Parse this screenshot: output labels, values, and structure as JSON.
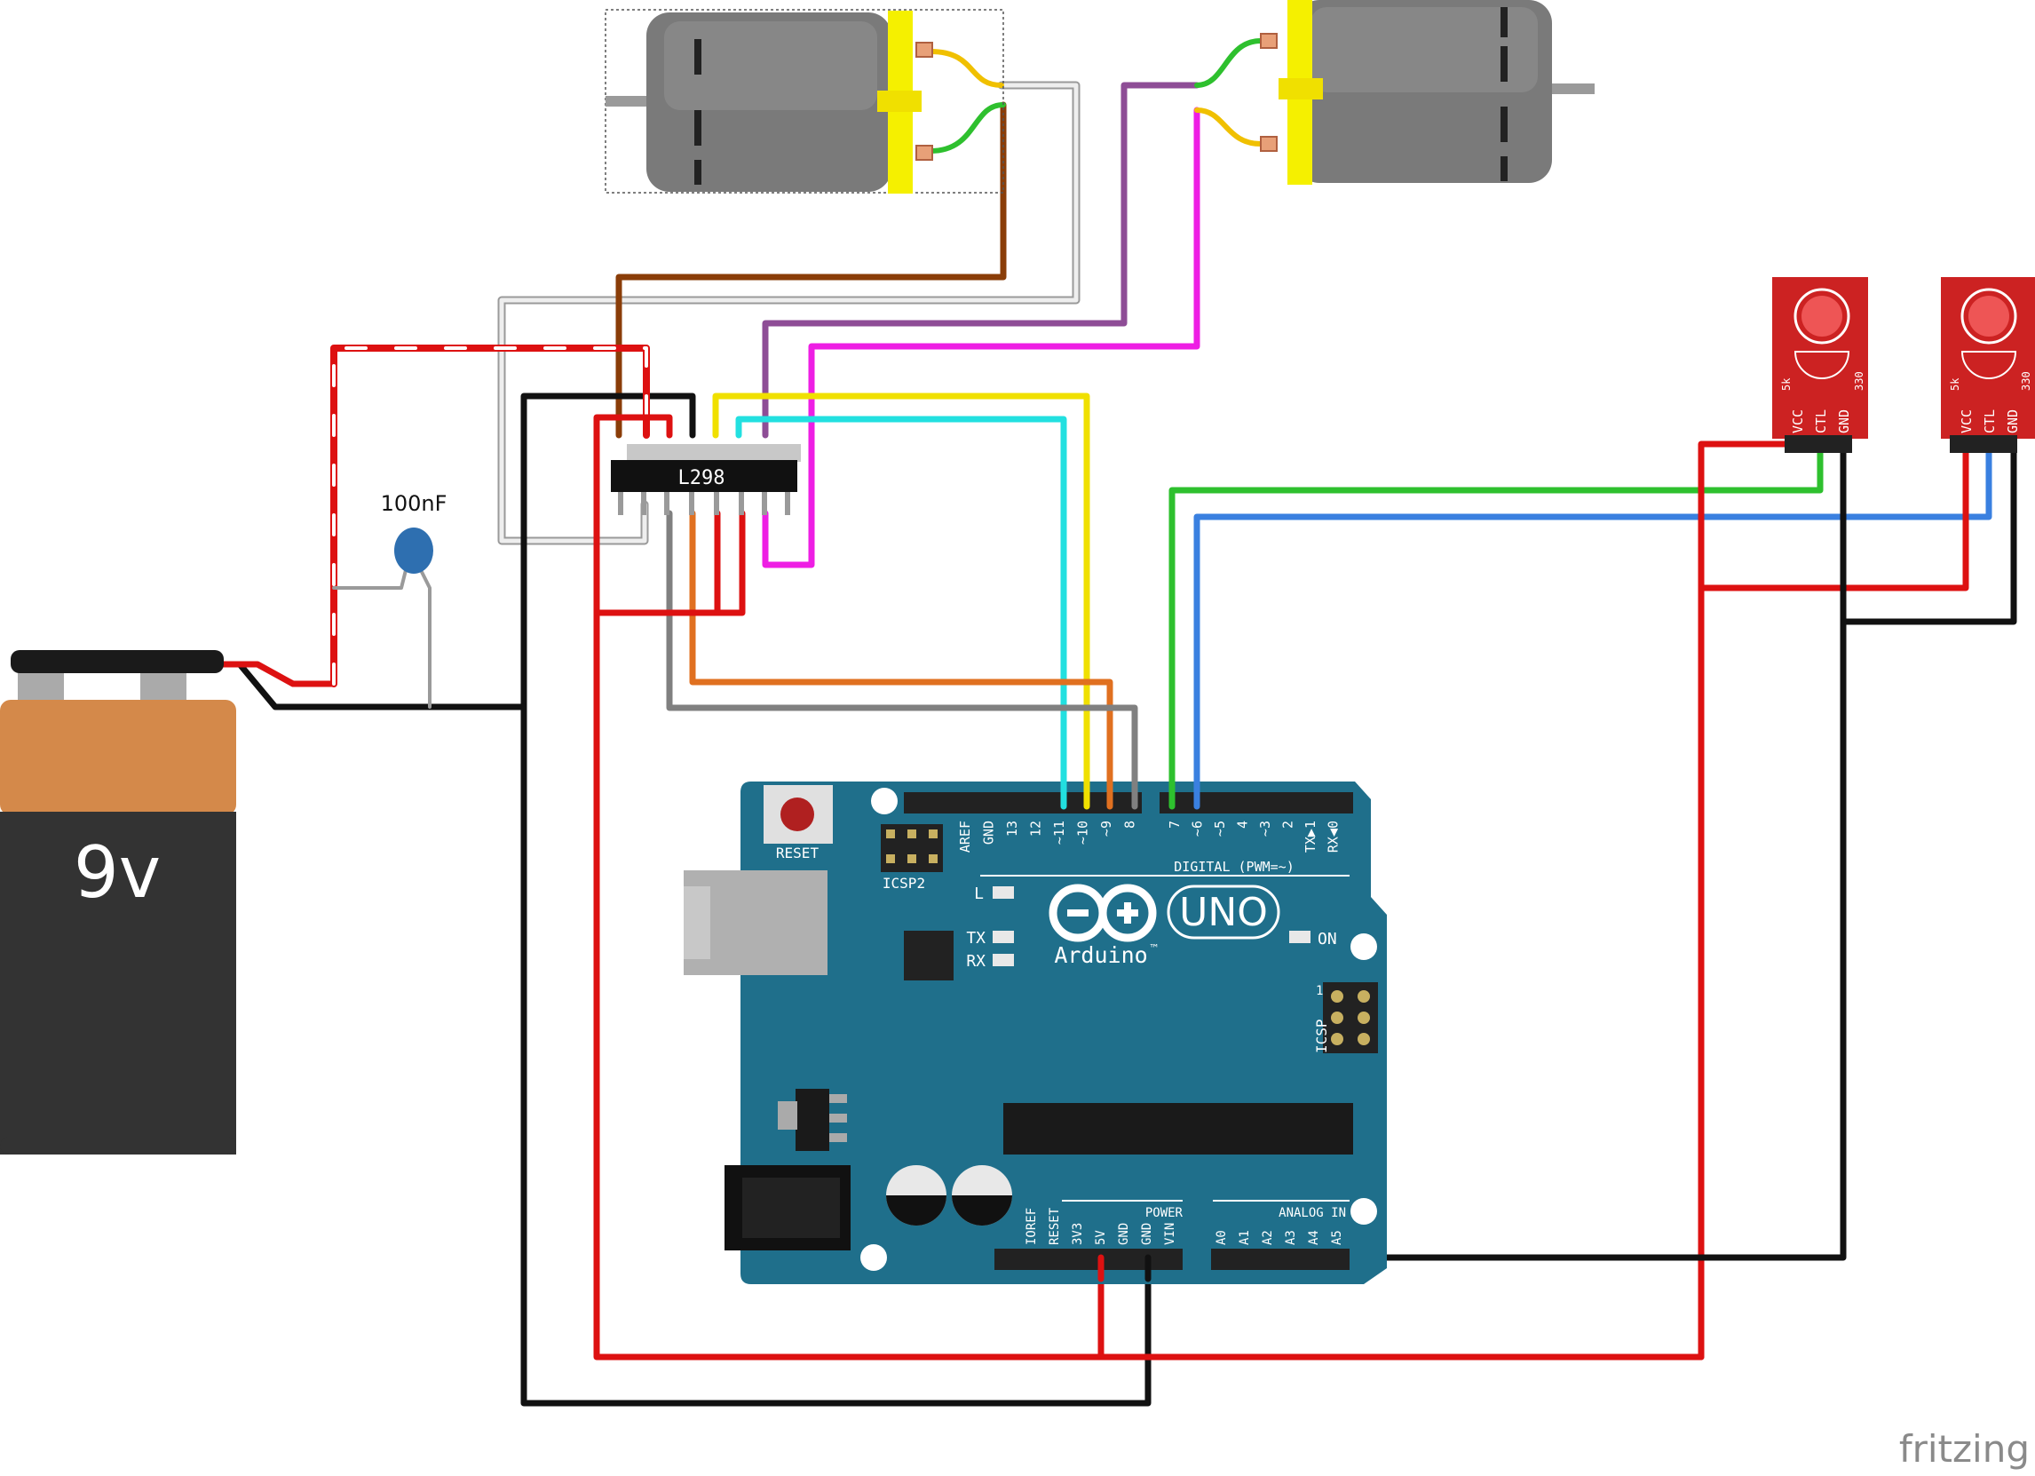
{
  "components": {
    "battery": {
      "label": "9v"
    },
    "capacitor": {
      "label": "100nF"
    },
    "driver_ic": {
      "label": "L298"
    },
    "arduino": {
      "logo_text": "Arduino",
      "tm": "™",
      "model": "UNO",
      "reset_label": "RESET",
      "icsp2_label": "ICSP2",
      "icsp_label": "ICSP",
      "icsp_pin_one": "1",
      "led_l": "L",
      "led_tx": "TX",
      "led_rx": "RX",
      "led_on": "ON",
      "digital_label": "DIGITAL (PWM=~)",
      "power_label": "POWER",
      "analog_label": "ANALOG IN",
      "digital_pins": [
        "AREF",
        "GND",
        "13",
        "12",
        "~11",
        "~10",
        "~9",
        "8",
        "7",
        "~6",
        "~5",
        "4",
        "~3",
        "2",
        "TX▶1",
        "RX◀0"
      ],
      "power_pins": [
        "IOREF",
        "RESET",
        "3V3",
        "5V",
        "GND",
        "GND",
        "VIN"
      ],
      "analog_pins": [
        "A0",
        "A1",
        "A2",
        "A3",
        "A4",
        "A5"
      ]
    },
    "sensors": [
      {
        "pins": [
          "VCC",
          "CTL",
          "GND"
        ],
        "r1": "5k",
        "r2": "330"
      },
      {
        "pins": [
          "VCC",
          "CTL",
          "GND"
        ],
        "r1": "5k",
        "r2": "330"
      }
    ]
  },
  "colors": {
    "board": "#1f6f8b",
    "battery_top": "#d4894a",
    "battery_body": "#333333",
    "motor": "#7a7a7a",
    "motor_cap": "#f5f000",
    "sensor": "#cc2222",
    "wire_red": "#dd1111",
    "wire_black": "#111111",
    "wire_brown": "#8a3d08",
    "wire_white": "#d8d8d8",
    "wire_purple": "#8e4d96",
    "wire_magenta": "#ee1ee4",
    "wire_yellow": "#f0e000",
    "wire_cyan": "#22e0e0",
    "wire_orange": "#e07020",
    "wire_gray": "#7a7a7a",
    "wire_green": "#2ec02e",
    "wire_blue": "#3a80e0"
  },
  "watermark": "fritzing"
}
